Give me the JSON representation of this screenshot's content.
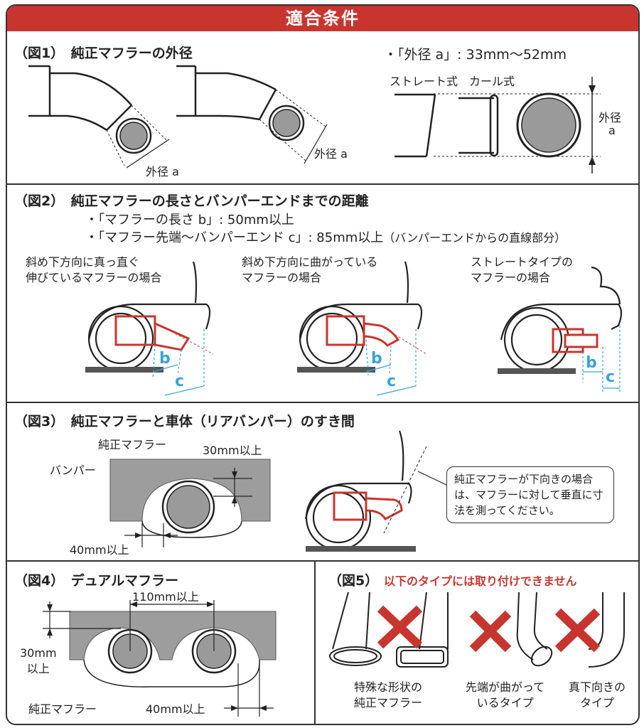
{
  "header": {
    "title": "適合条件"
  },
  "fig1": {
    "title": "（図1）　純正マフラーの外径",
    "spec": "・「外径 a」: 33mm〜52mm",
    "label_outer_a": "外径 a",
    "straight_type": "ストレート式",
    "curl_type": "カール式",
    "outer": "外径",
    "a": "a"
  },
  "fig2": {
    "title": "（図2）　純正マフラーの長さとバンパーエンドまでの距離",
    "line1": "・「マフラーの長さ b」: 50mm以上",
    "line2": "・「マフラー先端〜バンパーエンド c」: 85mm以上",
    "line2_note": "（バンパーエンドからの直線部分）",
    "case1": [
      "斜め下方向に真っ直ぐ",
      "伸びているマフラーの場合"
    ],
    "case2": [
      "斜め下方向に曲がっている",
      "マフラーの場合"
    ],
    "case3": [
      "ストレートタイプの",
      "マフラーの場合"
    ],
    "b": "b",
    "c": "c"
  },
  "fig3": {
    "title": "（図3）　純正マフラーと車体（リアバンパー）のすき間",
    "muffler": "純正マフラー",
    "gap_30": "30mm以上",
    "bumper": "バンパー",
    "gap_40": "40mm以上",
    "callout": "純正マフラーが下向きの場合は、マフラーに対して垂直に寸法を測ってください。"
  },
  "fig4": {
    "title": "（図4）　デュアルマフラー",
    "spacing": "110mm以上",
    "gap_30": [
      "30mm",
      "以上"
    ],
    "muffler": "純正マフラー",
    "gap_40": "40mm以上"
  },
  "fig5": {
    "title": "（図5）",
    "warning": "以下のタイプには取り付けできません",
    "type1": [
      "特殊な形状の",
      "純正マフラー"
    ],
    "type2": [
      "先端が曲がって",
      "いるタイプ"
    ],
    "type3": [
      "真下向きの",
      "タイプ"
    ]
  },
  "colors": {
    "accent_red": "#c8352f",
    "muffler_gray": "#9a9a9a",
    "bumper_gray": "#9d9d9d",
    "dim_blue": "#3aa3d8"
  }
}
